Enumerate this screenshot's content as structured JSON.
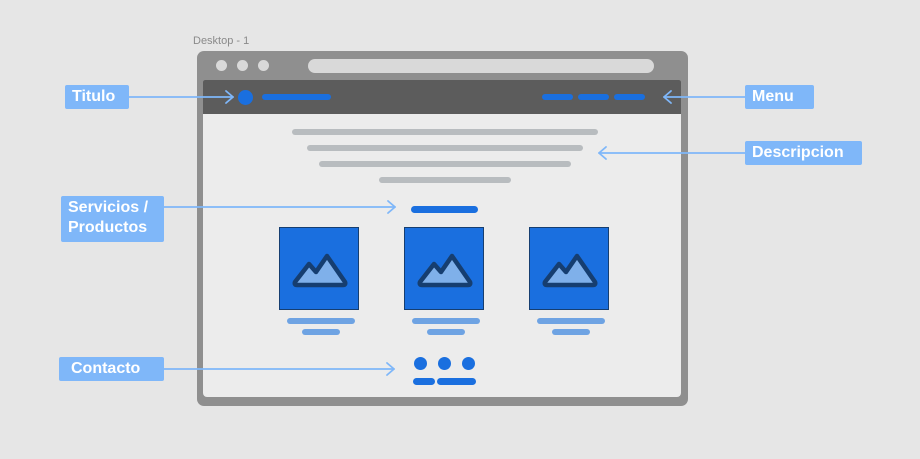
{
  "frame": {
    "name": "Desktop - 1"
  },
  "annotations": {
    "titulo": "Titulo",
    "menu": "Menu",
    "descripcion": "Descripcion",
    "servicios_line1": "Servicios /",
    "servicios_line2": "Productos",
    "contacto": "Contacto"
  },
  "icons": {
    "card_image": "mountain-image-icon"
  },
  "colors": {
    "background": "#e6e6e6",
    "window": "#8f8f8f",
    "nav": "#5c5c5c",
    "accent": "#1a6fdf",
    "annotation": "#7fb7f9",
    "placeholder_text": "#b8bcbf"
  }
}
